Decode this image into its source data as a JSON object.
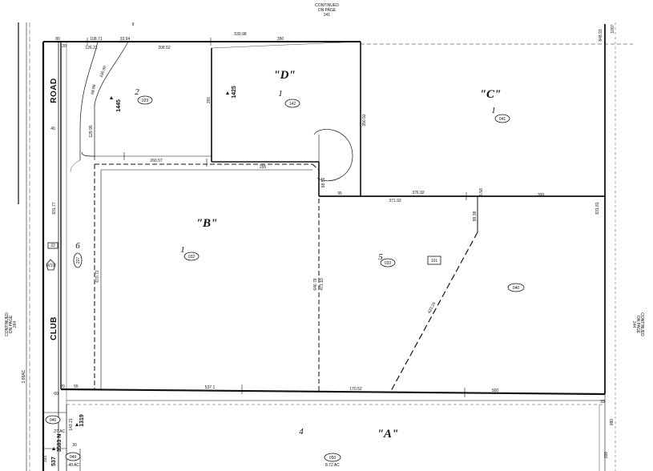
{
  "page_refs": {
    "top": [
      "CONTINUED",
      "ON PAGE",
      "241"
    ],
    "left": [
      "CONTINUED",
      "ON PAGE",
      "264"
    ],
    "right": [
      "CONTINUED",
      "ON PAGE",
      "244"
    ]
  },
  "road": {
    "word1": "ROAD",
    "word2": "CLUB"
  },
  "parcels": [
    {
      "id": "A",
      "label": "\"A\"",
      "lot": "4",
      "apn": "050",
      "acres": "8.72 AC"
    },
    {
      "id": "B",
      "label": "\"B\"",
      "lot": "1",
      "apn": "032"
    },
    {
      "id": "C",
      "label": "\"C\"",
      "lot": "1",
      "apn": "041"
    },
    {
      "id": "D",
      "label": "\"D\"",
      "lot": "1",
      "apn": "142"
    }
  ],
  "lots": [
    {
      "lot": "2",
      "apn": "029"
    },
    {
      "lot": "5",
      "apn": "033"
    },
    {
      "lot": "6",
      "apn": "227"
    }
  ],
  "apn_ovals": [
    "040",
    "046",
    "049"
  ],
  "boxes": [
    "101",
    "22",
    "W19"
  ],
  "parcel_numbers": [
    "1445",
    "1425",
    "1319",
    "3583 N",
    "537"
  ],
  "acreages": [
    ".27 AC",
    ".49 AC",
    "1.89AC"
  ],
  "dimensions": {
    "top": [
      "80",
      "20",
      "126.21",
      "108.71",
      "33.94",
      "9",
      "208.52",
      "530.98",
      "350",
      "848.93",
      "1097"
    ],
    "middle": [
      "291",
      "350.92",
      "260.57",
      "255",
      "68.52",
      "95",
      "371.92",
      "376.92",
      "6.58",
      "300",
      "831.81",
      "99.38",
      "40",
      "931.77",
      "670.72",
      "646.78",
      "471.10",
      "420.24",
      "129.95",
      "68.99",
      "100.00"
    ],
    "bottom": [
      "20",
      "55",
      "537.1",
      "170.52",
      "500",
      "60",
      "33",
      "990",
      "143.21",
      "30",
      "200",
      "333"
    ]
  }
}
